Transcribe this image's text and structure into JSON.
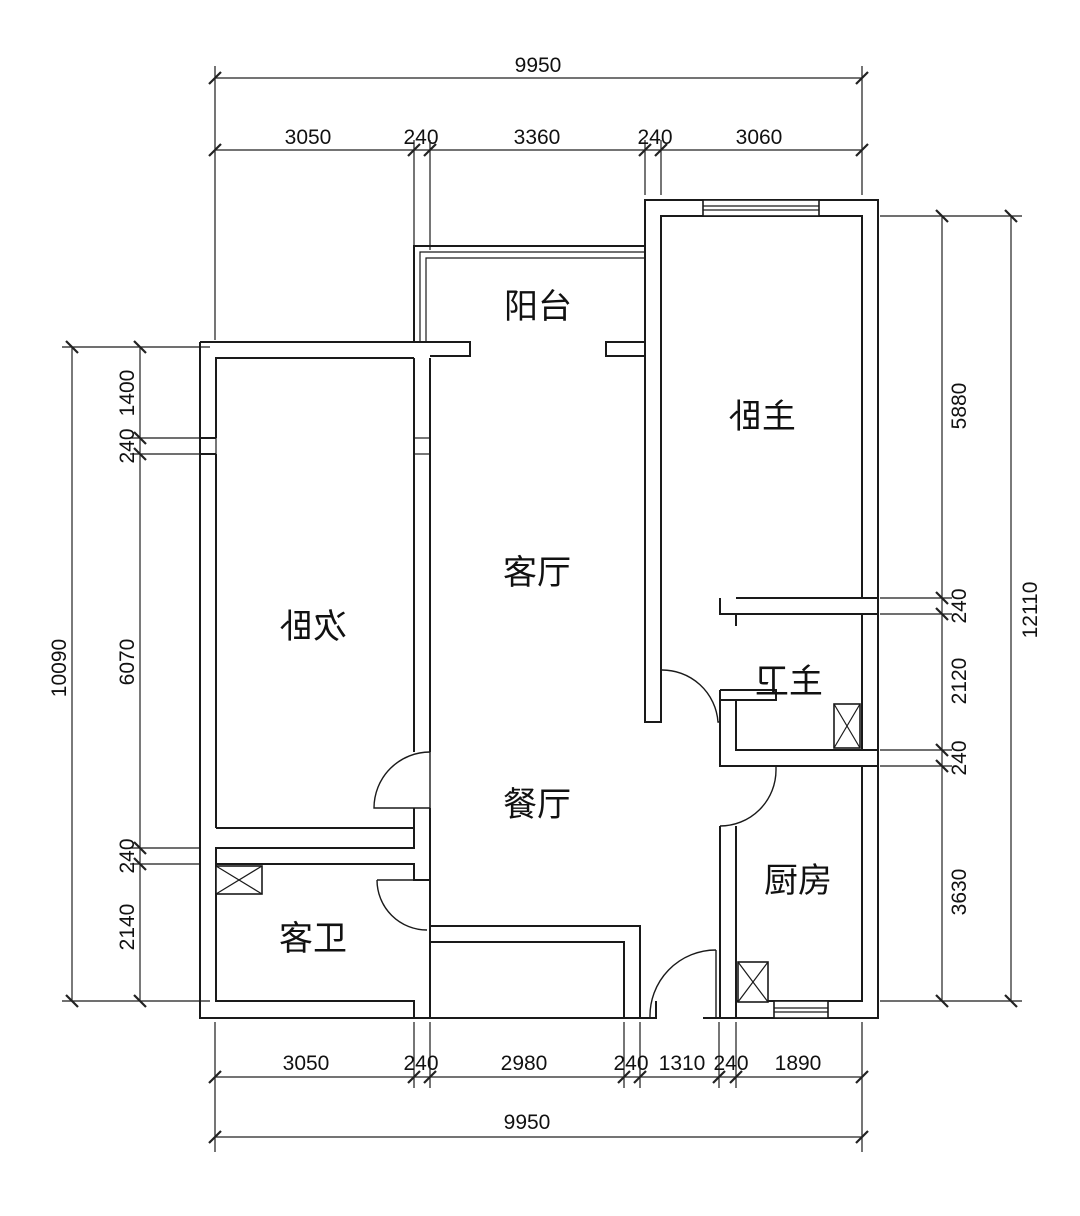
{
  "rooms": {
    "balcony": "阳台",
    "master_bedroom": "主卧",
    "living_room": "客厅",
    "second_bedroom": "次卧",
    "master_bath": "主卫",
    "dining_room": "餐厅",
    "kitchen": "厨房",
    "guest_bath": "客卫"
  },
  "dimensions": {
    "top_total": "9950",
    "top": [
      "3050",
      "240",
      "3360",
      "240",
      "3060"
    ],
    "bottom": [
      "3050",
      "240",
      "2980",
      "240",
      "1310",
      "240",
      "1890"
    ],
    "bottom_total": "9950",
    "left_total": "10090",
    "left": [
      "1400",
      "240",
      "6070",
      "240",
      "2140"
    ],
    "right": [
      "5880",
      "240",
      "2120",
      "240",
      "3630"
    ],
    "right_total": "12110"
  },
  "icons": [
    "vent-icon",
    "door-swing-icon",
    "window-icon",
    "dimension-tick-icon"
  ]
}
